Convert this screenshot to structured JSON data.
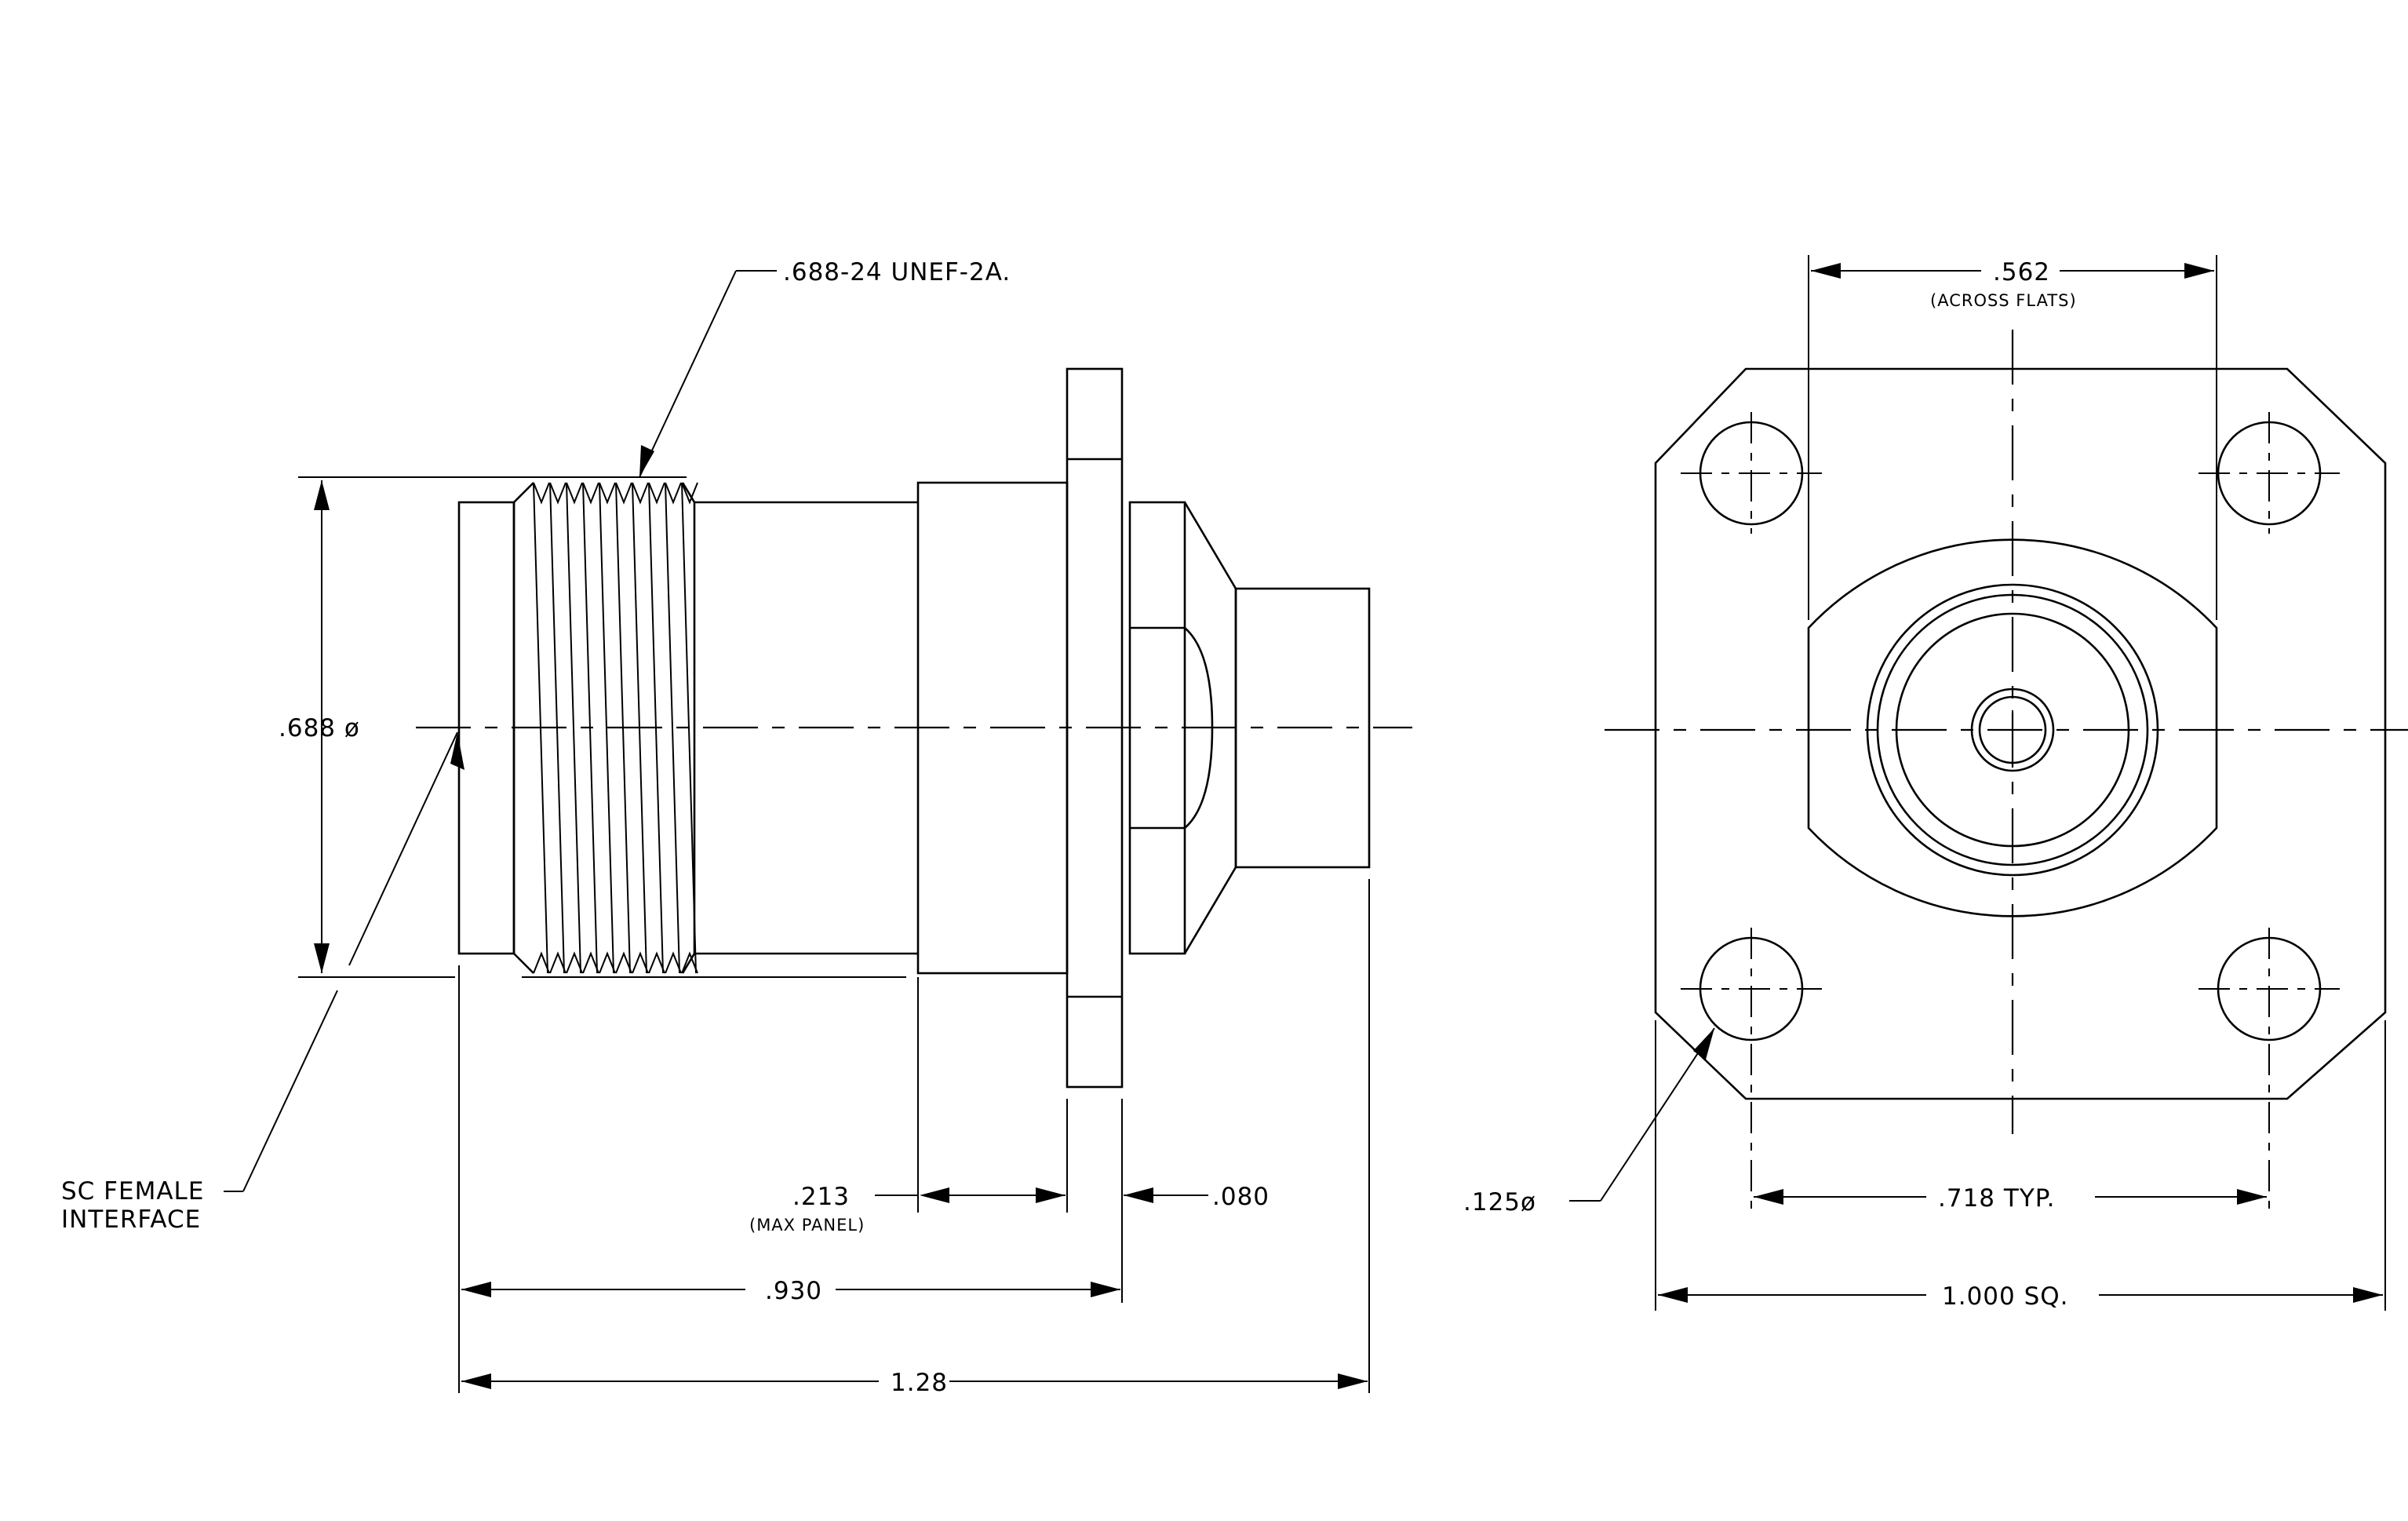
{
  "labels": {
    "thread_spec": ".688-24 UNEF-2A.",
    "diameter": ".688 ø",
    "across_flats_value": ".562",
    "across_flats_note": "(ACROSS FLATS)",
    "interface_line1": "SC FEMALE",
    "interface_line2": "INTERFACE",
    "panel_value": ".213",
    "panel_note": "(MAX PANEL)",
    "flange_thickness": ".080",
    "length_short": ".930",
    "length_overall": "1.28",
    "hole_diameter": ".125ø",
    "hole_spacing": ".718 TYP.",
    "flange_square": "1.000 SQ."
  }
}
